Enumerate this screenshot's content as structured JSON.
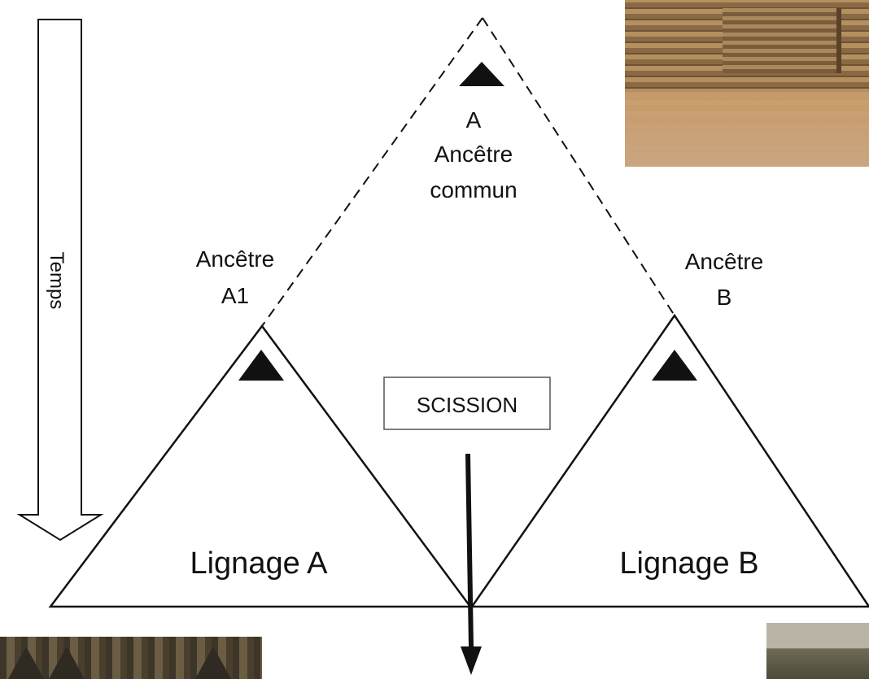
{
  "time_arrow": {
    "label": "Temps"
  },
  "common_ancestor": {
    "letter": "A",
    "line1": "Ancêtre",
    "line2": "commun"
  },
  "ancestor_a1": {
    "line1": "Ancêtre",
    "line2": "A1"
  },
  "ancestor_b": {
    "line1": "Ancêtre",
    "line2": "B"
  },
  "split_box": {
    "label": "SCISSION"
  },
  "lineage_a": {
    "label": "Lignage A"
  },
  "lineage_b": {
    "label": "Lignage B"
  },
  "colors": {
    "line": "#111111",
    "panel": "#ffffff",
    "box_border": "#555555"
  }
}
